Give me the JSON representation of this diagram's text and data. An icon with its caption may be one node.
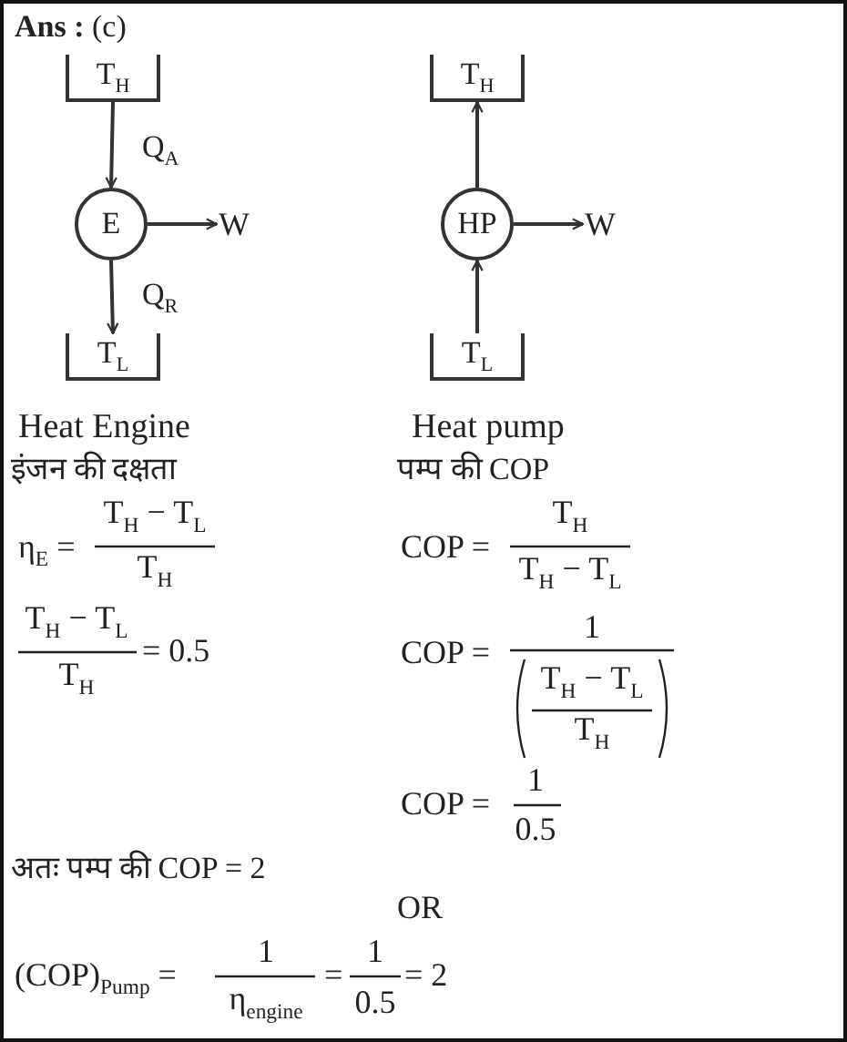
{
  "diagram": {
    "nodes": [
      {
        "text": [
          "T$_{H}$"
        ]
      },
      {
        "text": [
          "E"
        ]
      },
      {
        "text": [
          "W"
        ]
      },
      {
        "text": [
          "T$_{L}$"
        ]
      },
      {
        "text": [
          "T$_{H}$"
        ]
      },
      {
        "text": [
          "HP"
        ]
      },
      {
        "text": [
          "W"
        ]
      },
      {
        "text": [
          "T$_{L}$"
        ]
      }
    ],
    "edges": [
      {
        "from": 0,
        "to": 1,
        "arrow": "to",
        "label": "Q$_{A}$"
      },
      {
        "from": 1,
        "to": 3,
        "arrow": "to",
        "label": "Q$_{R}$"
      },
      {
        "from": 1,
        "to": 2,
        "arrow": "to"
      },
      {
        "from": 7,
        "to": 5,
        "arrow": "to"
      },
      {
        "from": 5,
        "to": 4,
        "arrow": "to"
      },
      {
        "from": 5,
        "to": 6,
        "arrow": "to"
      }
    ],
    "labels": [
      "**Ans :**  (c)",
      "Heat Engine",
      "Heat pump",
      "इंजन की दक्षता",
      "पम्प की COP",
      "η$_{E}$ =",
      "T$_{H}$ − T$_{L}$",
      "T$_{H}$",
      "COP =",
      "T$_{H}$",
      "T$_{H}$ − T$_{L}$",
      "T$_{H}$ − T$_{L}$",
      "T$_{H}$",
      "= 0.5",
      "COP =",
      "1",
      "T$_{H}$ − T$_{L}$",
      "T$_{H}$",
      "COP =",
      "1",
      "0.5",
      "अतः पम्प की COP = 2",
      "OR",
      "(COP)$_{Pump}$ =",
      "1",
      "η$_{engine}$",
      "=",
      "1",
      "0.5",
      "= 2"
    ]
  }
}
